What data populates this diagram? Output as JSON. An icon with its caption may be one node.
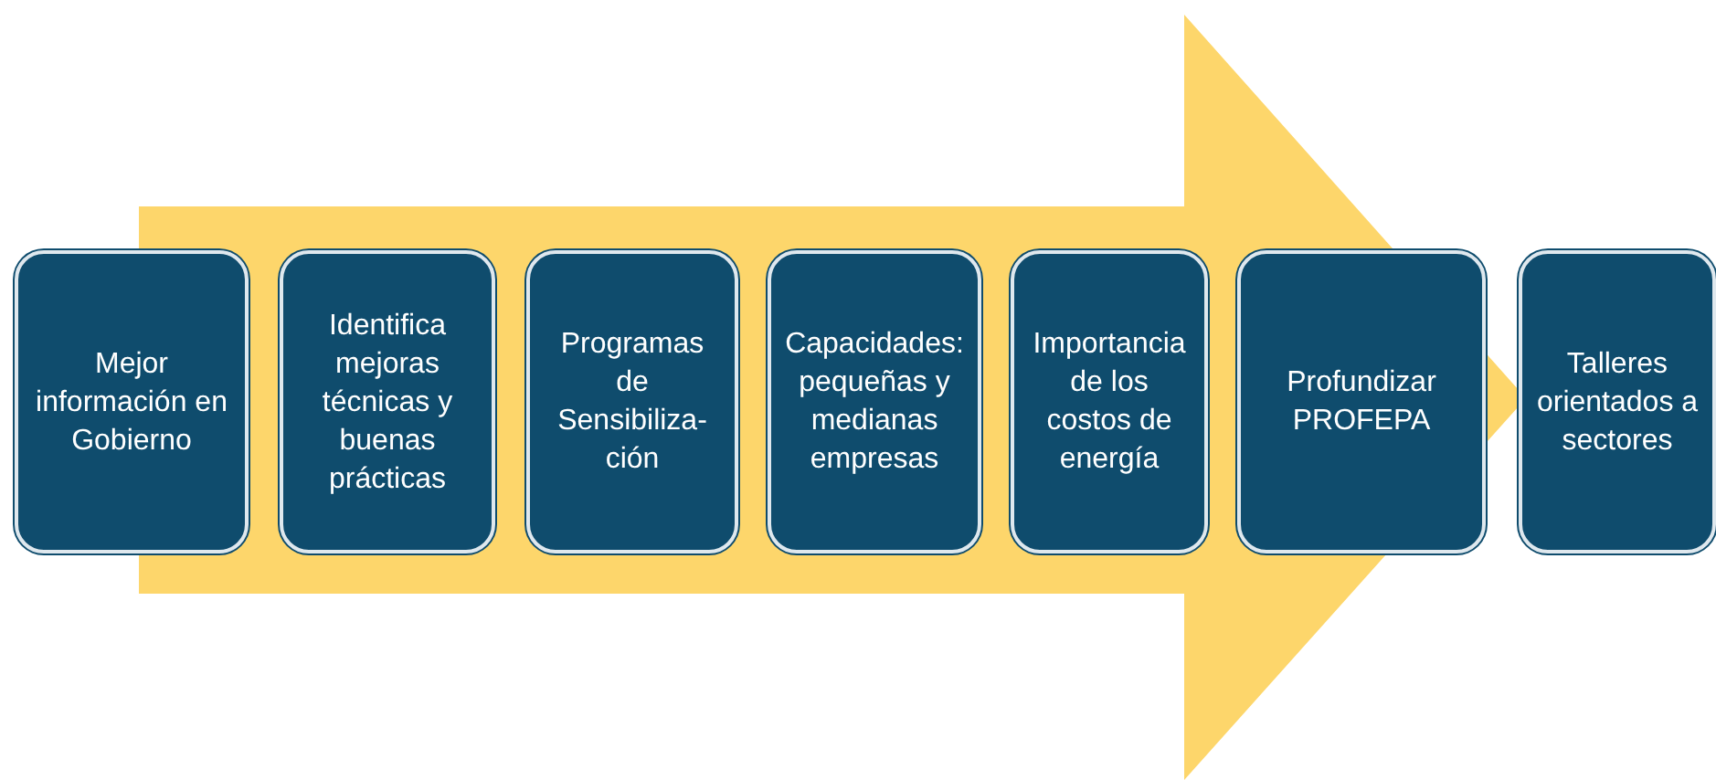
{
  "diagram": {
    "nodes": [
      {
        "text": [
          "Mejor información en Gobierno"
        ]
      },
      {
        "text": [
          "Identifica mejoras técnicas y buenas prácticas"
        ]
      },
      {
        "text": [
          "Programas de Sensibiliza-ción"
        ]
      },
      {
        "text": [
          "Capacidades: pequeñas y medianas empresas"
        ]
      },
      {
        "text": [
          "Importancia de los costos de energía"
        ]
      },
      {
        "text": [
          "Profundizar PROFEPA"
        ]
      },
      {
        "text": [
          "Talleres orientados a sectores"
        ]
      }
    ],
    "edges": [
      {
        "from": 0,
        "to": 6,
        "arrow": "to",
        "style": "thick"
      }
    ]
  }
}
